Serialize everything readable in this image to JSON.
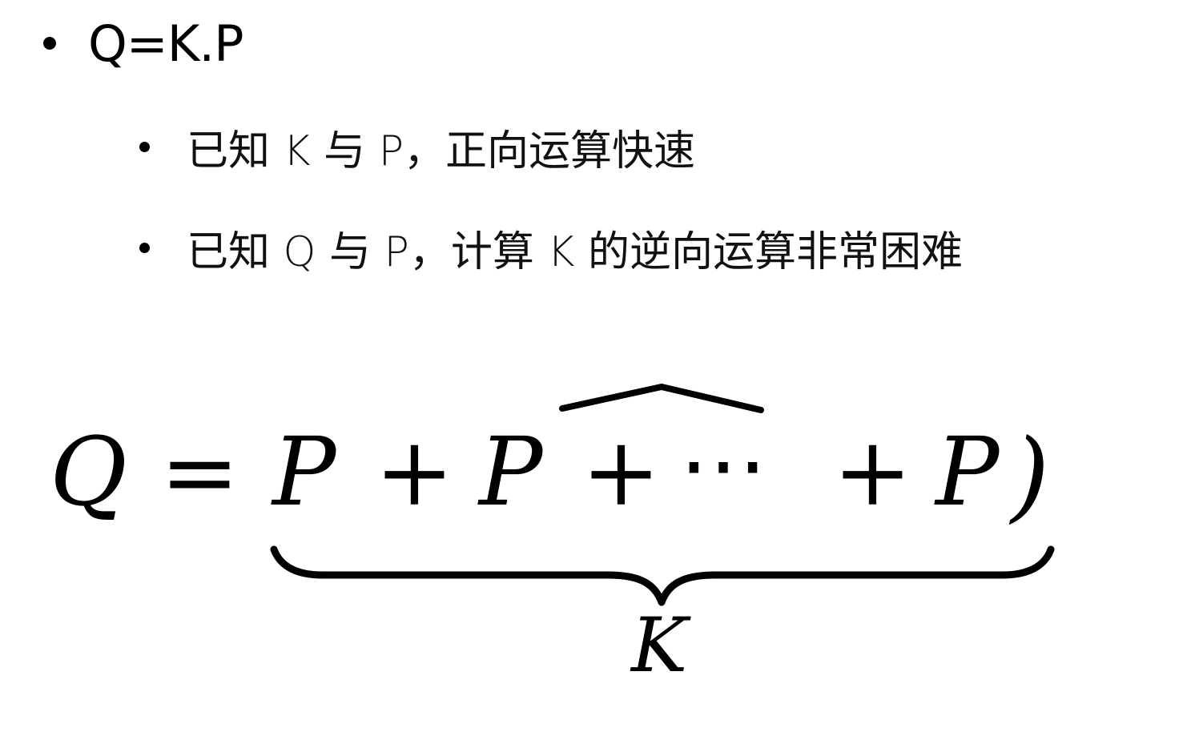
{
  "slide": {
    "bullets": [
      {
        "level": 1,
        "text": "Q=K.P"
      },
      {
        "level": 2,
        "text": "已知 K 与 P，正向运算快速"
      },
      {
        "level": 2,
        "text": "已知 Q 与 P，计算 K 的逆向运算非常困难"
      }
    ],
    "formula": {
      "lhs": "Q",
      "equals": "=",
      "terms": [
        "P",
        "+",
        "P",
        "+",
        "⋯",
        "+",
        "P"
      ],
      "close_paren": ")",
      "underbrace_label": "K"
    }
  }
}
